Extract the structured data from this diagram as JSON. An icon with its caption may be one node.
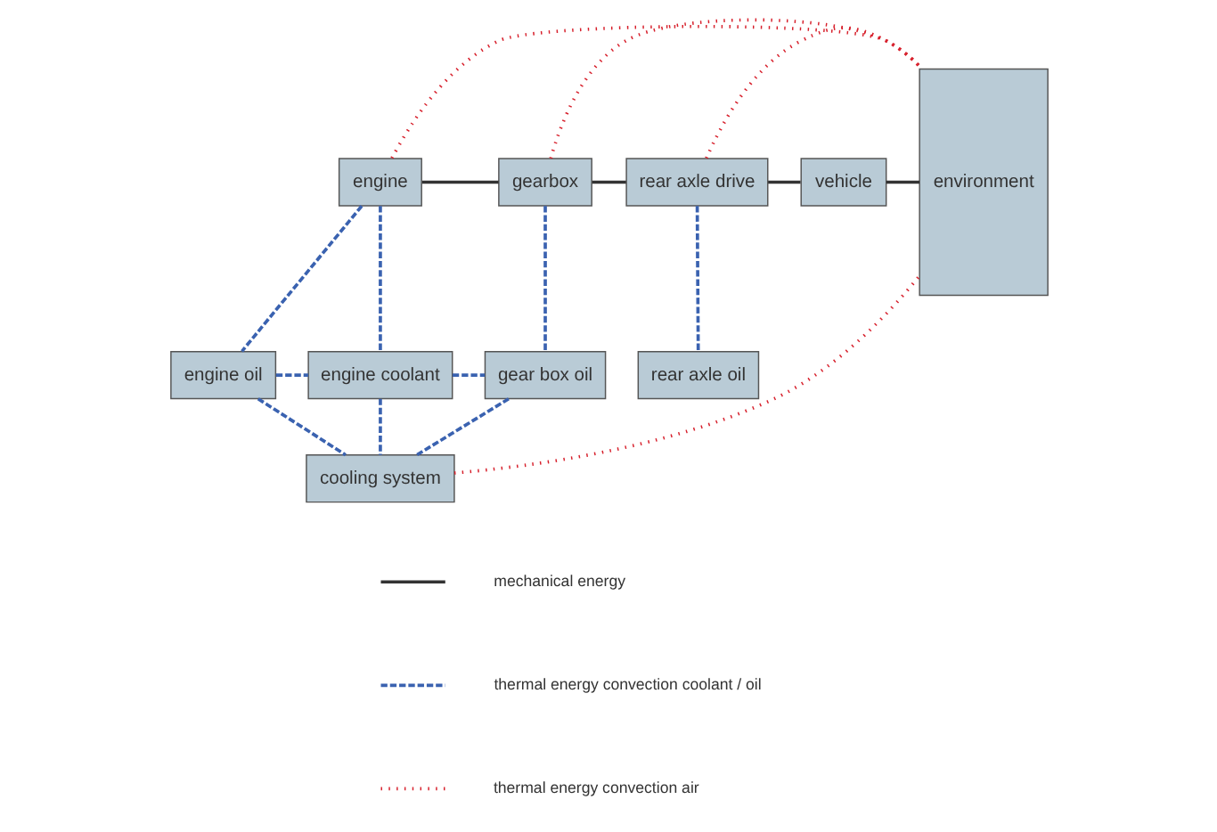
{
  "diagram": {
    "nodes": [
      {
        "text": [
          "engine"
        ]
      },
      {
        "text": [
          "gearbox"
        ]
      },
      {
        "text": [
          "rear axle drive"
        ]
      },
      {
        "text": [
          "vehicle"
        ]
      },
      {
        "text": [
          "environment"
        ]
      },
      {
        "text": [
          "engine oil"
        ]
      },
      {
        "text": [
          "engine coolant"
        ]
      },
      {
        "text": [
          "gear box oil"
        ]
      },
      {
        "text": [
          "rear axle oil"
        ]
      },
      {
        "text": [
          "cooling system"
        ]
      }
    ],
    "edges": [
      {
        "from": 0,
        "to": 1,
        "arrow": "none",
        "color": "#333333"
      },
      {
        "from": 1,
        "to": 2,
        "arrow": "none",
        "color": "#333333"
      },
      {
        "from": 2,
        "to": 3,
        "arrow": "none",
        "color": "#333333"
      },
      {
        "from": 3,
        "to": 4,
        "arrow": "none",
        "color": "#333333"
      },
      {
        "from": 0,
        "to": 5,
        "arrow": "none",
        "style": "dashed"
      },
      {
        "from": 0,
        "to": 6,
        "arrow": "none",
        "style": "dashed"
      },
      {
        "from": 1,
        "to": 7,
        "arrow": "none",
        "style": "dashed"
      },
      {
        "from": 2,
        "to": 8,
        "arrow": "none",
        "style": "dashed"
      },
      {
        "from": 5,
        "to": 6,
        "arrow": "none",
        "style": "dashed"
      },
      {
        "from": 6,
        "to": 7,
        "arrow": "none",
        "style": "dashed"
      },
      {
        "from": 5,
        "to": 9,
        "arrow": "none",
        "style": "dashed"
      },
      {
        "from": 6,
        "to": 9,
        "arrow": "none",
        "style": "dashed"
      },
      {
        "from": 7,
        "to": 9,
        "arrow": "none",
        "style": "dashed"
      },
      {
        "from": 0,
        "to": 4,
        "arrow": "none",
        "style": "dashed",
        "color": "#d7202c"
      },
      {
        "from": 1,
        "to": 4,
        "arrow": "none",
        "style": "dashed",
        "color": "#d7202c"
      },
      {
        "from": 2,
        "to": 4,
        "arrow": "none",
        "style": "dashed",
        "color": "#d7202c"
      },
      {
        "from": 9,
        "to": 4,
        "arrow": "none",
        "style": "dashed",
        "color": "#d7202c"
      }
    ],
    "legend": [
      {
        "text": "mechanical energy"
      },
      {
        "text": "thermal energy convection coolant / oil"
      },
      {
        "text": "thermal energy convection air"
      }
    ]
  }
}
